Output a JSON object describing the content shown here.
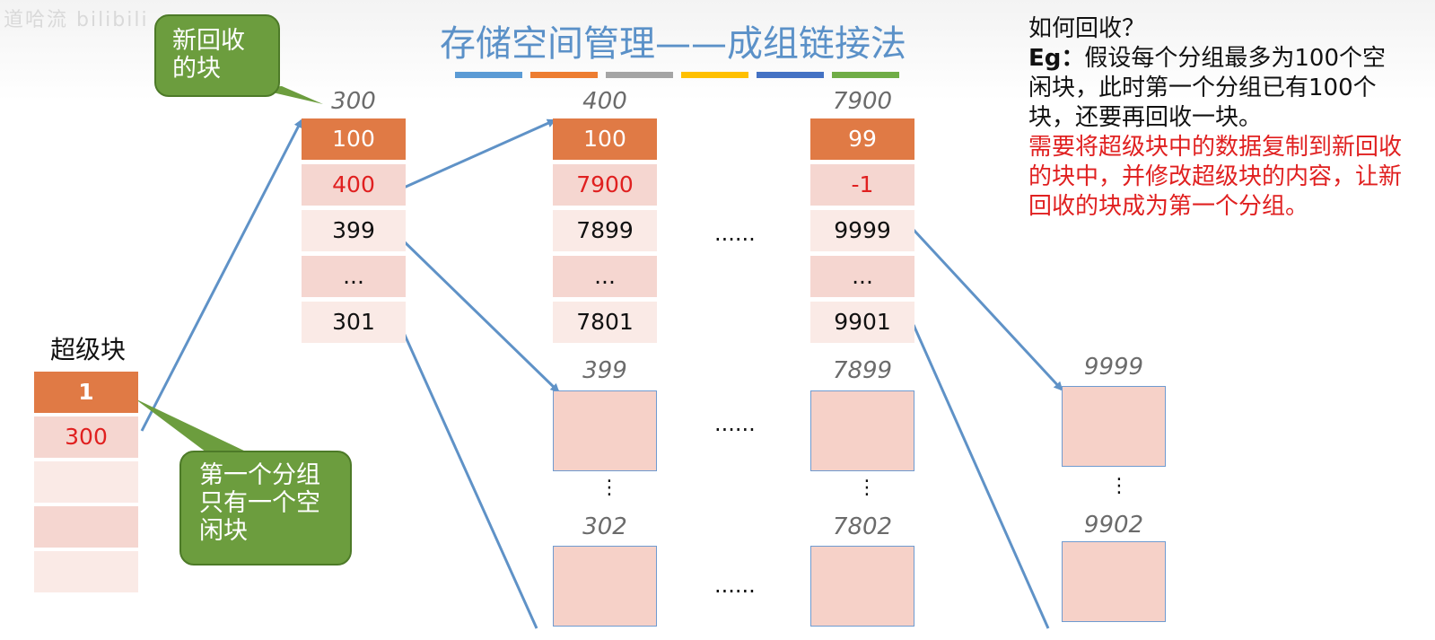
{
  "watermark": "道哈流 bilibili",
  "title": "存储空间管理——成组链接法",
  "stripe_colors": [
    "#5b9bd5",
    "#ed7d31",
    "#a5a5a5",
    "#ffc000",
    "#4472c4",
    "#70ad47"
  ],
  "bubble_new": "新回收的块",
  "bubble_first": "第一个分组只有一个空闲块",
  "super_block": {
    "label": "超级块",
    "cells": [
      "1",
      "300",
      "",
      "",
      ""
    ]
  },
  "groups": [
    {
      "addr": "300",
      "cells": [
        "100",
        "400",
        "399",
        "...",
        "301"
      ]
    },
    {
      "addr": "400",
      "cells": [
        "100",
        "7900",
        "7899",
        "...",
        "7801"
      ]
    },
    {
      "addr": "7900",
      "cells": [
        "99",
        "-1",
        "9999",
        "...",
        "9901"
      ]
    }
  ],
  "free_blocks": {
    "col1": {
      "top": "399",
      "bottom": "302"
    },
    "col2": {
      "top": "7899",
      "bottom": "7802"
    },
    "col3": {
      "top": "9999",
      "bottom": "9902"
    }
  },
  "ellipsis_h": "......",
  "ellipsis_v": "⋮",
  "explanation": {
    "question": "如何回收？",
    "eg_prefix": "Eg：",
    "eg_text": "假设每个分组最多为100个空闲块，此时第一个分组已有100个块，还要再回收一块。",
    "red_text": "需要将超级块中的数据复制到新回收的块中，并修改超级块的内容，让新回收的块成为第一个分组。"
  },
  "colors": {
    "title": "#5b91c8",
    "header_cell": "#e07a45",
    "highlight_text": "#e02020",
    "bubble": "#6c9d3e",
    "arrow": "#5f92c7"
  }
}
